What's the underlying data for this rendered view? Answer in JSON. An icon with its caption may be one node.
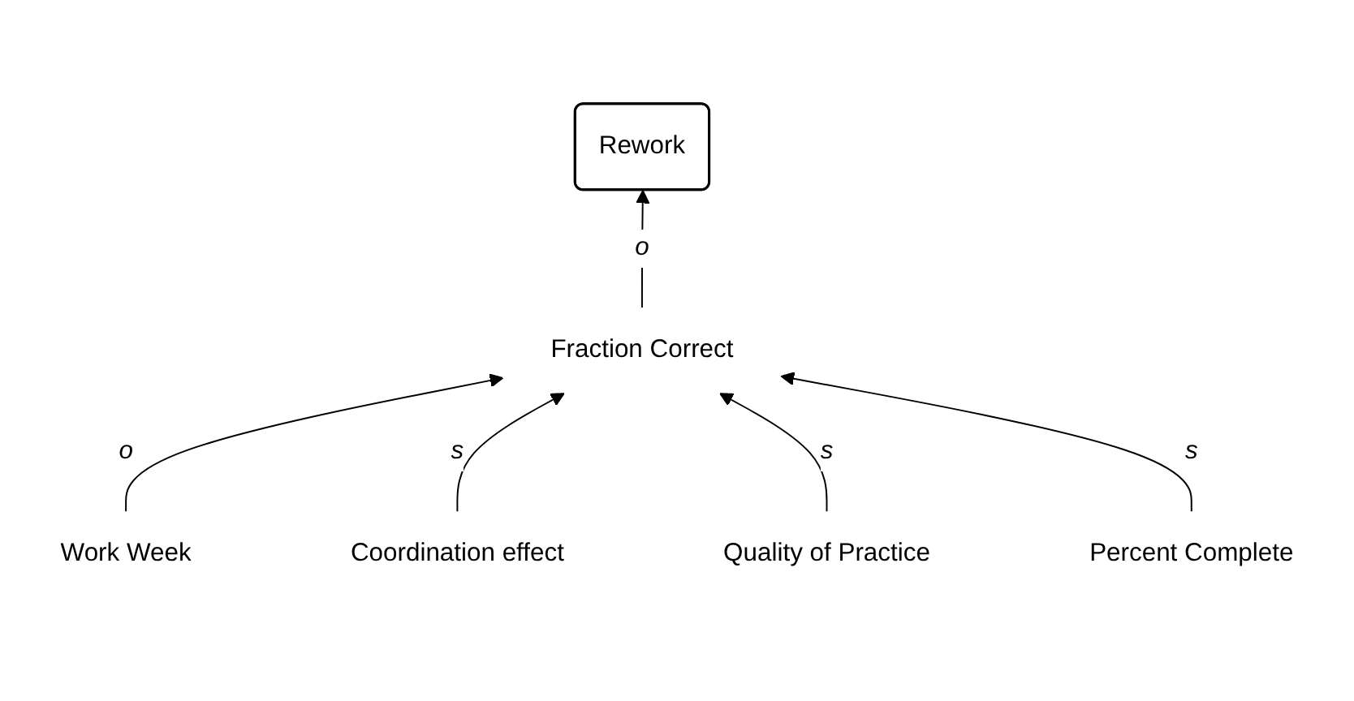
{
  "diagram": {
    "nodes": [
      {
        "text": [
          "Rework"
        ]
      },
      {
        "text": [
          "Fraction Correct"
        ]
      },
      {
        "text": [
          "Work Week"
        ]
      },
      {
        "text": [
          "Coordination effect"
        ]
      },
      {
        "text": [
          "Quality of Practice"
        ]
      },
      {
        "text": [
          "Percent Complete"
        ]
      }
    ],
    "edges": [
      {
        "from": 1,
        "to": 0,
        "arrow": "to",
        "label": "o"
      },
      {
        "from": 2,
        "to": 1,
        "arrow": "to",
        "label": "o"
      },
      {
        "from": 3,
        "to": 1,
        "arrow": "to",
        "label": "s"
      },
      {
        "from": 4,
        "to": 1,
        "arrow": "to",
        "label": "s"
      },
      {
        "from": 5,
        "to": 1,
        "arrow": "to",
        "label": "s"
      }
    ]
  }
}
